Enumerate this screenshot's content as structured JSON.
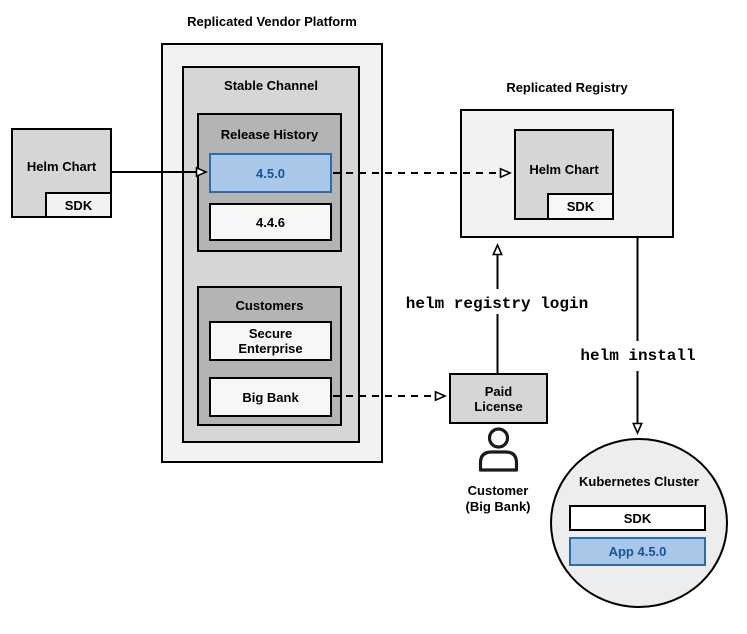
{
  "colors": {
    "accent-fill": "#A9C7E8",
    "accent-border": "#2D6CA8",
    "accent-text": "#17549A"
  },
  "platform": {
    "title": "Replicated Vendor Platform"
  },
  "stable_channel": {
    "title": "Stable Channel"
  },
  "release_history": {
    "title": "Release History",
    "current_version": "4.5.0",
    "previous_version": "4.4.6"
  },
  "customers": {
    "title": "Customers",
    "secure_line1": "Secure",
    "secure_line2": "Enterprise",
    "big_bank": "Big Bank"
  },
  "source": {
    "helm_chart": "Helm Chart",
    "sdk": "SDK"
  },
  "registry": {
    "title": "Replicated Registry",
    "helm_chart": "Helm Chart",
    "sdk": "SDK"
  },
  "license": {
    "line1": "Paid",
    "line2": "License"
  },
  "customer": {
    "line1": "Customer",
    "line2": "(Big Bank)"
  },
  "cluster": {
    "title": "Kubernetes Cluster",
    "sdk": "SDK",
    "app": "App 4.5.0"
  },
  "commands": {
    "login": "helm registry login",
    "install": "helm install"
  }
}
